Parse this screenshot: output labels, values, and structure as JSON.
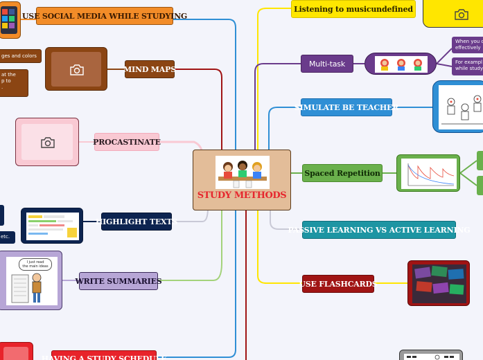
{
  "center": {
    "title": "STUDY METHODS"
  },
  "left_branches": {
    "social_media": "USE SOCIAL MEDIA WHILE STUDYING",
    "mind_maps": "MIND MAPS",
    "mind_maps_note1": "ges and colors",
    "mind_maps_note2": "at the\np to\n.",
    "procrastinate": "PROCASTINATE",
    "highlight": "HIGHLIGHT TEXTS",
    "highlight_note": "etc.",
    "summaries": "WRITE SUMMARIES",
    "summary_bubble": "I just read\nthe main ideas",
    "schedule": "HAVING A STUDY SCHEDULE"
  },
  "right_branches": {
    "music": "Listening to musicundefined",
    "multitask": "Multi-task",
    "multitask_note1": "When you c\neffectively",
    "multitask_note2": "For exampl\nwhile study",
    "simulate": "SIMULATE BE TEACHER",
    "spaced": "Spaced Repetition",
    "passive": "PASSIVE LEARNING VS ACTIVE LEARNING",
    "flashcards": "USE FLASHCARDS"
  },
  "icons": {
    "placeholder": "camera-icon"
  },
  "colors": {
    "center_bg": "#e3bd99",
    "center_title": "#e6272e",
    "orange": "#f28c28",
    "brown": "#8b4513",
    "pink": "#f9c9d3",
    "navy": "#0d2450",
    "lavender": "#b7a6d6",
    "red": "#e8232a",
    "yellow": "#ffe600",
    "purple": "#6a3b8b",
    "blue": "#2f8fd5",
    "green": "#6ab04c",
    "teal": "#1d95a3",
    "darkred": "#a01414"
  }
}
